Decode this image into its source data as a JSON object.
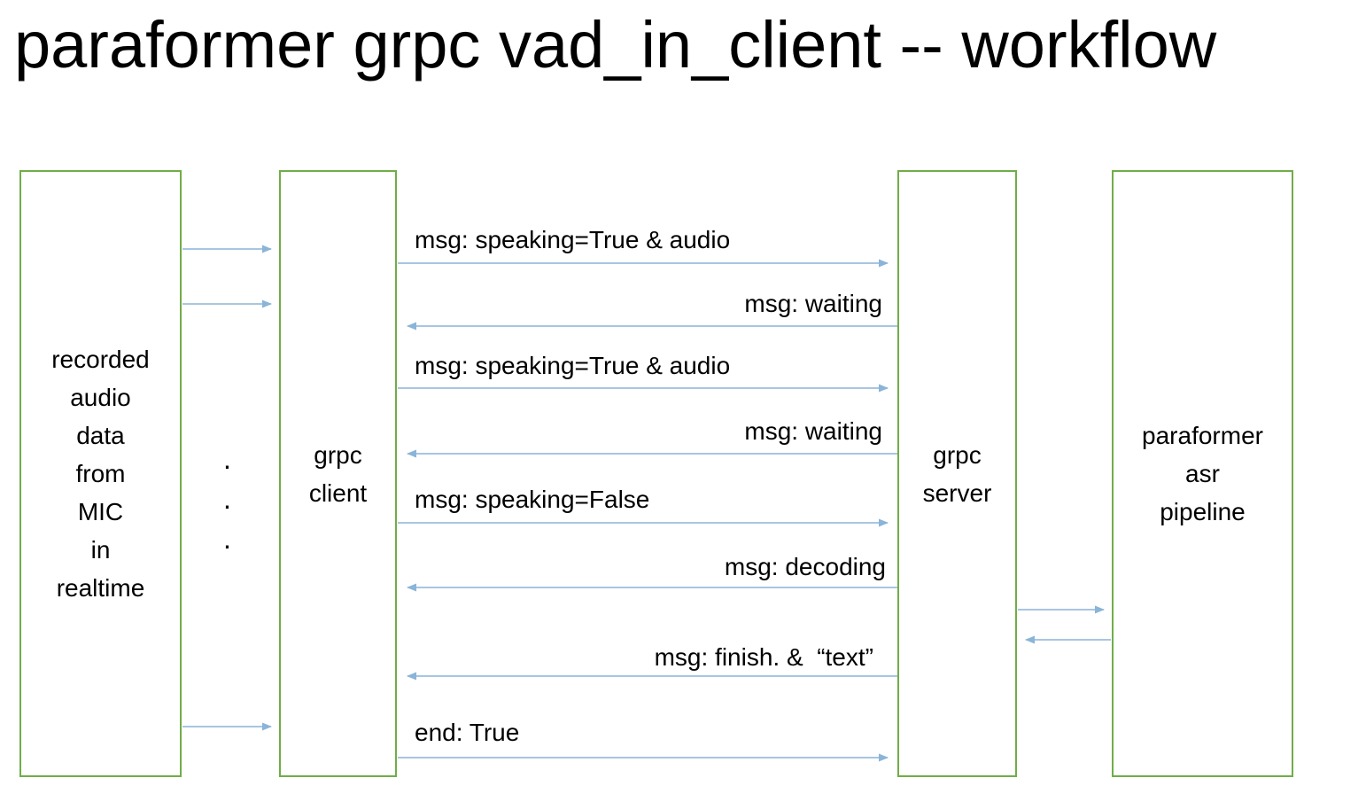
{
  "title": "paraformer grpc vad_in_client -- workflow",
  "boxes": {
    "mic": {
      "label": "recorded\naudio\ndata\nfrom\nMIC\nin\nrealtime"
    },
    "grpc_client": {
      "label": "grpc\nclient"
    },
    "grpc_server": {
      "label": "grpc\nserver"
    },
    "paraformer": {
      "label": "paraformer\nasr\npipeline"
    }
  },
  "dots": ".\n.\n.",
  "messages": [
    {
      "label": "msg: speaking=True & audio",
      "direction": "right",
      "from": "grpc client",
      "to": "grpc server"
    },
    {
      "label": "msg: waiting",
      "direction": "left",
      "from": "grpc server",
      "to": "grpc client"
    },
    {
      "label": "msg: speaking=True & audio",
      "direction": "right",
      "from": "grpc client",
      "to": "grpc server"
    },
    {
      "label": "msg: waiting",
      "direction": "left",
      "from": "grpc server",
      "to": "grpc client"
    },
    {
      "label": "msg: speaking=False",
      "direction": "right",
      "from": "grpc client",
      "to": "grpc server"
    },
    {
      "label": "msg: decoding",
      "direction": "left",
      "from": "grpc server",
      "to": "grpc client"
    },
    {
      "label": "msg: finish. &  “text”",
      "direction": "left",
      "from": "grpc server",
      "to": "grpc client"
    },
    {
      "label": "end: True",
      "direction": "right",
      "from": "grpc client",
      "to": "grpc server"
    }
  ],
  "colors": {
    "box_border": "#70ad47",
    "arrow": "#8ab4d8",
    "text": "#000000",
    "background": "#ffffff"
  }
}
